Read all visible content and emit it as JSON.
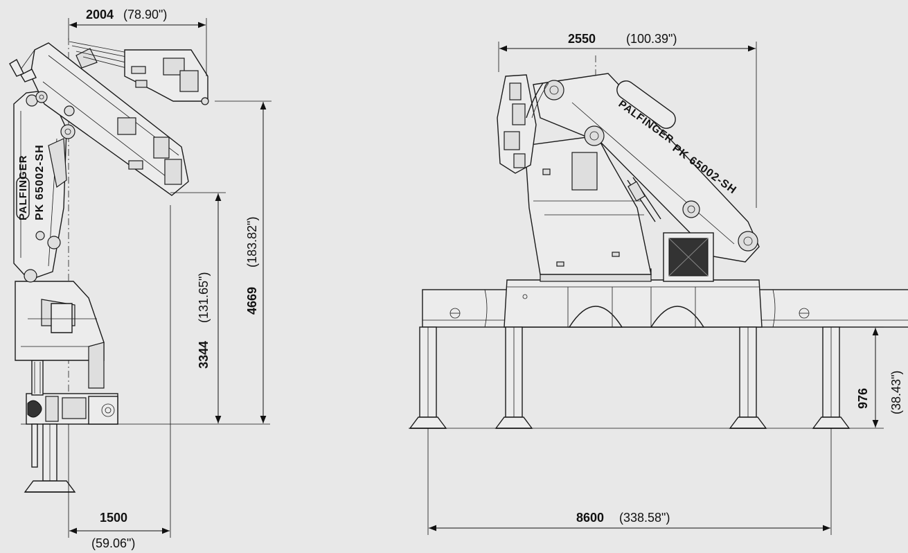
{
  "brand": "PALFINGER",
  "model": "PK 65002-SH",
  "colors": {
    "background": "#e8e8e8",
    "line": "#1a1a1a"
  },
  "dimensions": {
    "top_reach": {
      "value": "2004",
      "inch": "(78.90\")"
    },
    "bottom_offset": {
      "value": "1500",
      "inch": "(59.06\")"
    },
    "hook_height": {
      "value": "3344",
      "inch": "(131.65\")"
    },
    "total_height": {
      "value": "4669",
      "inch": "(183.82\")"
    },
    "crane_width": {
      "value": "2550",
      "inch": "(100.39\")"
    },
    "outrigger_span": {
      "value": "8600",
      "inch": "(338.58\")"
    },
    "leg_height": {
      "value": "976",
      "inch": "(38.43\")"
    }
  }
}
